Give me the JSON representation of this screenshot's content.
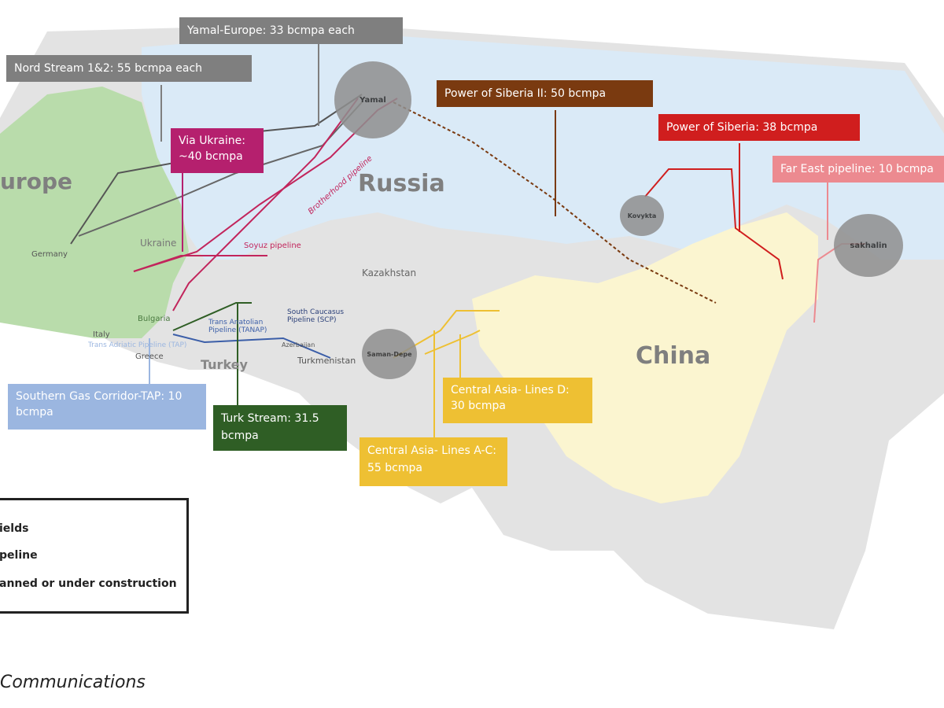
{
  "regions": {
    "europe": "urope",
    "russia": "Russia",
    "china": "China",
    "ukraine": "Ukraine",
    "kazakhstan": "Kazakhstan",
    "turkey": "Turkey",
    "germany": "Germany",
    "bulgaria": "Bulgaria",
    "italy": "Italy",
    "greece": "Greece",
    "turkmenistan": "Turkmenistan",
    "azerbaijan": "Azerbaijan"
  },
  "fields": {
    "yamal": "Yamal",
    "kovykta": "Kovykta",
    "sakhalin": "sakhalin",
    "galkynysh": "Saman-Depe"
  },
  "pipeline_labels": {
    "brotherhood": "Brotherhood pipeline",
    "soyuz": "Soyuz pipeline",
    "tanap": "Trans Anatolian Pipeline (TANAP)",
    "scp": "South Caucasus Pipeline (SCP)",
    "tap": "Trans Adriatic Pipeline (TAP)"
  },
  "boxes": {
    "yamal_europe": "Yamal-Europe: 33 bcmpa each",
    "nord_stream": "Nord Stream 1&2: 55 bcmpa each",
    "via_ukraine": "Via Ukraine: ~40 bcmpa",
    "pos2": "Power of Siberia II: 50 bcmpa",
    "pos": "Power of Siberia: 38 bcmpa",
    "far_east": "Far East pipeline: 10 bcmpa",
    "sgc_tap": "Southern Gas Corridor-TAP: 10 bcmpa",
    "turk_stream": "Turk Stream: 31.5 bcmpa",
    "ca_d": "Central Asia- Lines D: 30 bcmpa",
    "ca_ac": "Central Asia- Lines A-C: 55 bcmpa"
  },
  "colors": {
    "yamal_europe": "#7f7f7f",
    "nord_stream": "#7f7f7f",
    "via_ukraine": "#b5206e",
    "pos2": "#7a3a10",
    "pos": "#d01e1e",
    "far_east": "#ec8a90",
    "sgc_tap": "#9bb6e0",
    "turk_stream": "#2f5e25",
    "central_asia": "#eec033"
  },
  "legend": {
    "items": [
      "ields",
      "peline",
      "anned or under construction"
    ]
  },
  "source": "Communications"
}
